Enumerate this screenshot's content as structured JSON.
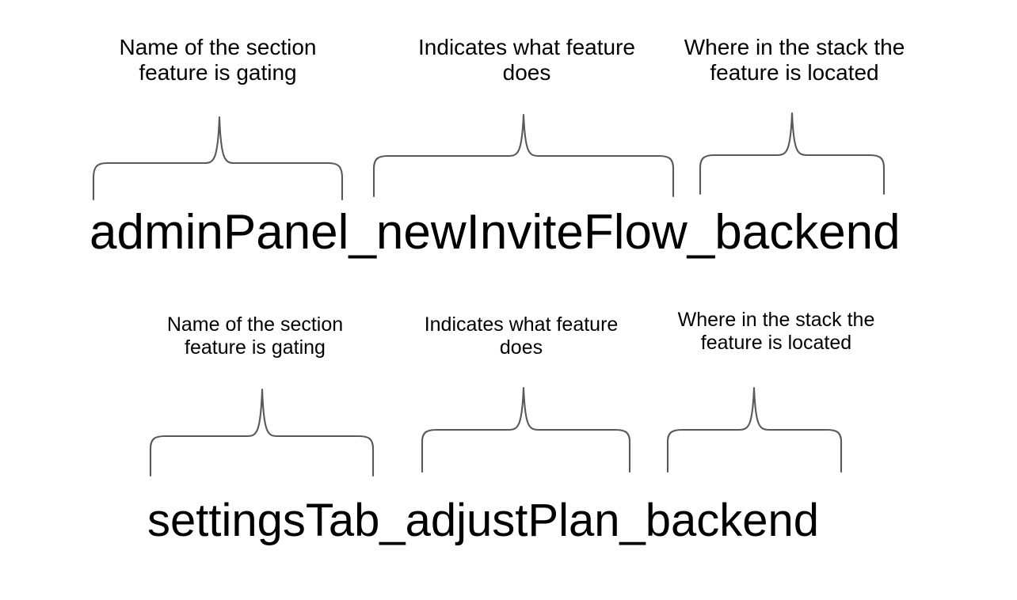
{
  "page": {
    "background_color": "#ffffff",
    "text_color": "#000000",
    "brace_color": "#595959",
    "title": "Feature flag naming convention diagram"
  },
  "rows": [
    {
      "id": "row-1",
      "code": "adminPanel_newInviteFlow_backend",
      "segments": [
        {
          "id": "segment-section",
          "token": "adminPanel",
          "annotation": "Name of the section\nfeature is gating",
          "annotation_line_1": "Name of the section",
          "annotation_line_2": "feature is gating"
        },
        {
          "id": "segment-behavior",
          "token": "newInviteFlow",
          "annotation": "Indicates what feature\ndoes",
          "annotation_line_1": "Indicates what feature",
          "annotation_line_2": "does"
        },
        {
          "id": "segment-layer",
          "token": "backend",
          "annotation": "Where in the stack the\nfeature is located",
          "annotation_line_1": "Where in the stack the",
          "annotation_line_2": "feature is located"
        }
      ]
    },
    {
      "id": "row-2",
      "code": "settingsTab_adjustPlan_backend",
      "segments": [
        {
          "id": "segment-section",
          "token": "settingsTab",
          "annotation": "Name of the section\nfeature is gating",
          "annotation_line_1": "Name of the section",
          "annotation_line_2": "feature is gating"
        },
        {
          "id": "segment-behavior",
          "token": "adjustPlan",
          "annotation": "Indicates what feature\ndoes",
          "annotation_line_1": "Indicates what feature",
          "annotation_line_2": "does"
        },
        {
          "id": "segment-layer",
          "token": "backend",
          "annotation": "Where in the stack the\nfeature is located",
          "annotation_line_1": "Where in the stack the",
          "annotation_line_2": "feature is located"
        }
      ]
    }
  ]
}
